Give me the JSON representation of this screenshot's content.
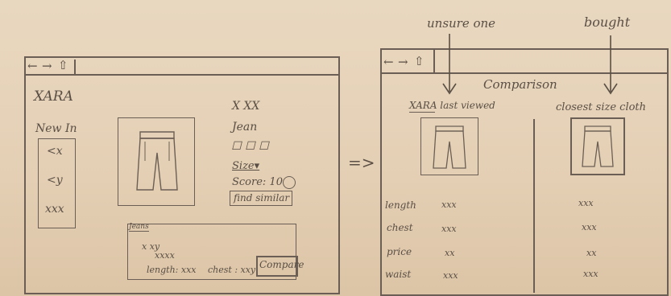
{
  "left": {
    "nav": [
      "←",
      "→",
      "⇧"
    ],
    "brand": "XARA",
    "new_in": "New In",
    "side_items": [
      "<x",
      "<y",
      "xxx"
    ],
    "product": {
      "title": "X XX",
      "name": "Jean",
      "swatches": "☐ ☐ ☐",
      "size": "Size▾",
      "score": "Score: 10",
      "find_similar": "find similar"
    },
    "panel": {
      "tag": "Jeans",
      "line1": "x xy",
      "line2": "xxxx",
      "length": "length: xxx",
      "chest": "chest : xxy",
      "compare": "Compare"
    }
  },
  "arrow": "=>",
  "right": {
    "nav": [
      "←",
      "→",
      "⇧"
    ],
    "annotation_unsure": "unsure one",
    "annotation_bought": "bought",
    "title": "Comparison",
    "col1_header": "XARA  last viewed",
    "col2_header": "closest size cloth",
    "rows": [
      {
        "label": "length",
        "a": "xxx",
        "b": "xxx"
      },
      {
        "label": "chest",
        "a": "xxx",
        "b": "xxx"
      },
      {
        "label": "price",
        "a": "xx",
        "b": "xx"
      },
      {
        "label": "waist",
        "a": "xxx",
        "b": "xxx"
      }
    ]
  }
}
